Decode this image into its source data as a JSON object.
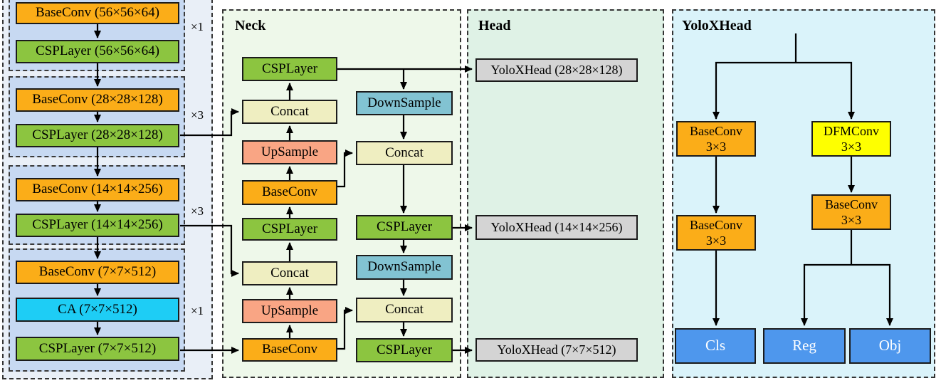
{
  "backbone": {
    "repeats": [
      "×1",
      "×3",
      "×3",
      "×1"
    ],
    "blocks": [
      "BaseConv (56×56×64)",
      "CSPLayer (56×56×64)",
      "BaseConv (28×28×128)",
      "CSPLayer (28×28×128)",
      "BaseConv (14×14×256)",
      "CSPLayer (14×14×256)",
      "BaseConv (7×7×512)",
      "CA (7×7×512)",
      "CSPLayer (7×7×512)"
    ]
  },
  "neck": {
    "title": "Neck",
    "csp_top": "CSPLayer",
    "concat_1": "Concat",
    "upsample_1": "UpSample",
    "baseconv_1": "BaseConv",
    "csp_left": "CSPLayer",
    "concat_2": "Concat",
    "upsample_2": "UpSample",
    "baseconv_2": "BaseConv",
    "downsample_1": "DownSample",
    "concat_3": "Concat",
    "csp_mid": "CSPLayer",
    "downsample_2": "DownSample",
    "concat_4": "Concat",
    "csp_bottom": "CSPLayer"
  },
  "head": {
    "title": "Head",
    "outputs": [
      "YoloXHead (28×28×128)",
      "YoloXHead (14×14×256)",
      "YoloXHead (7×7×512)"
    ]
  },
  "yolox_head": {
    "title": "YoloXHead",
    "cls_branch": [
      "BaseConv\n3×3",
      "BaseConv\n3×3"
    ],
    "reg_branch": [
      "DFMConv\n3×3",
      "BaseConv\n3×3"
    ],
    "outputs": [
      "Cls",
      "Reg",
      "Obj"
    ]
  },
  "colors": {
    "baseconv": "#fbad18",
    "csplayer": "#8cc540",
    "ca": "#1ecdf5",
    "concat": "#efeec1",
    "upsample": "#f9a584",
    "downsample": "#82c3d2",
    "dfmconv": "#feff00",
    "head_output_box": "#d4d4d4",
    "cls_reg_obj": "#4e97ed",
    "backbone_bg": "#e9eff7",
    "stage_bg": "#c7d9f2",
    "neck_bg": "#eef8ea",
    "head_bg": "#dff2e6",
    "yolox_bg": "#daf3fa"
  }
}
